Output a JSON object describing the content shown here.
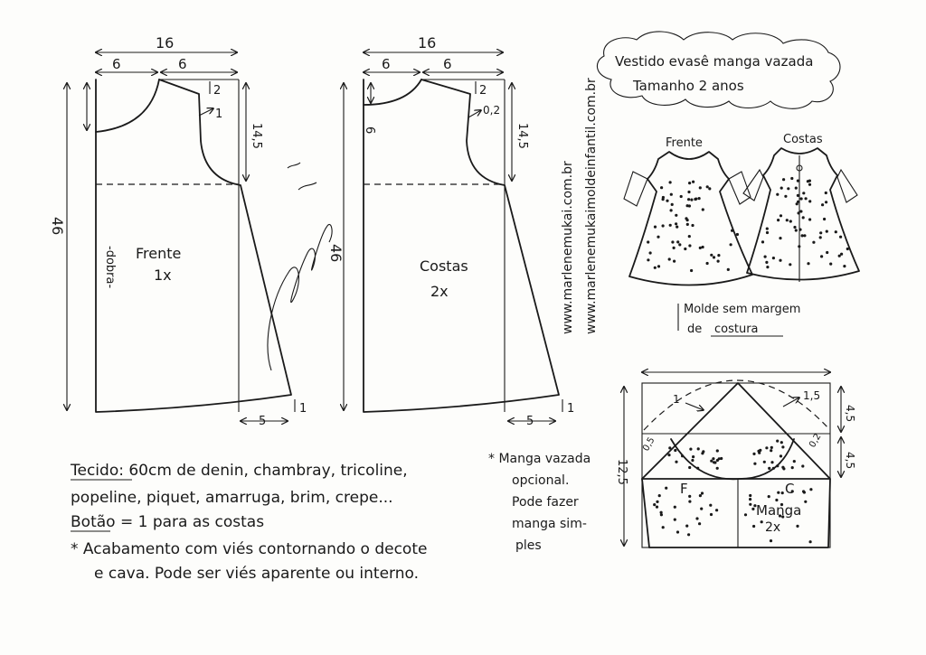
{
  "front_pattern": {
    "label": "Frente",
    "count": "1x",
    "fold": "-dobra-",
    "width_top": "16",
    "neck_width": "6",
    "shoulder_width": "6",
    "shoulder_drop": "2",
    "shoulder_offset": "1",
    "armhole_depth": "14,5",
    "length": "46",
    "hem_flare": "5",
    "hem_rise": "1"
  },
  "back_pattern": {
    "label": "Costas",
    "count": "2x",
    "width_top": "16",
    "neck_width": "6",
    "shoulder_width": "6",
    "shoulder_drop": "2",
    "shoulder_offset": "0,2",
    "neck_depth": "6",
    "armhole_depth": "14,5",
    "length": "46",
    "hem_flare": "5",
    "hem_rise": "1"
  },
  "watermark": {
    "line1": "www.marlenemukai.com.br",
    "line2": "www.marlenemukaimoldeinfantil.com.br"
  },
  "cloud_title": {
    "line1": "Vestido evasê manga vazada",
    "line2": "Tamanho 2 anos"
  },
  "illustration": {
    "front_label": "Frente",
    "back_label": "Costas",
    "note_line1": "Molde sem margem",
    "note_line2": "de",
    "note_line3": "costura"
  },
  "sleeve": {
    "label_front": "F",
    "label_back": "C",
    "label": "Manga",
    "count": "2x",
    "height": "12,5",
    "top_height": "4,5",
    "side_height": "4,5",
    "left_offset": "1",
    "right_offset": "1,5",
    "front_curve": "0,5",
    "back_curve": "0,2"
  },
  "fabric_notes": {
    "line1_label": "Tecido",
    "line1": ": 60cm de denin, chambray, tricoline,",
    "line2": "popeline, piquet, amarruga, brim, crepe...",
    "line3_label": "Botão",
    "line3": " = 1 para as costas",
    "line4": "* Acabamento com viés contornando o decote",
    "line5": "e cava. Pode ser viés aparente ou interno."
  },
  "sleeve_notes": {
    "line1": "* Manga vazada",
    "line2": "opcional.",
    "line3": "Pode fazer",
    "line4": "manga sim-",
    "line5": "ples"
  }
}
